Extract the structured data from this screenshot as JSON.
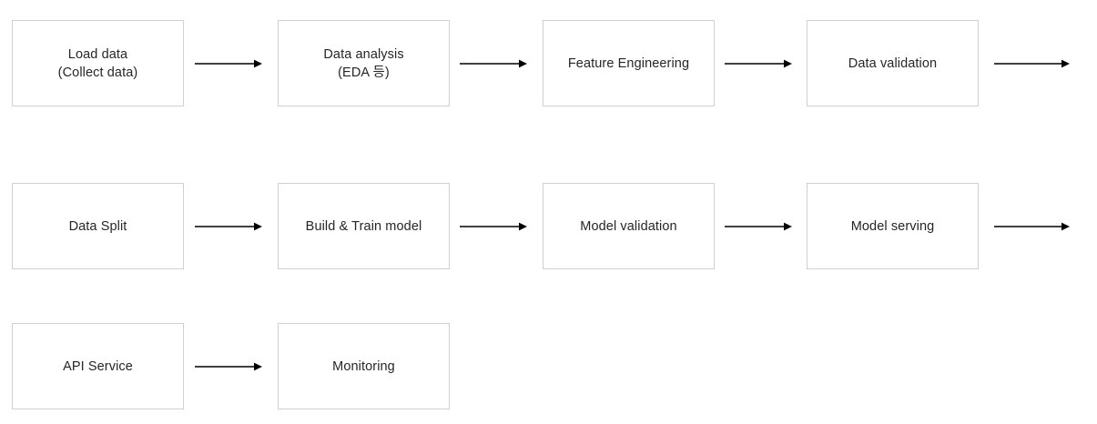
{
  "diagram": {
    "title": "ML pipeline flowchart",
    "background_color": "#ffffff",
    "box_border_color": "#d0d0d0",
    "box_fill_color": "#ffffff",
    "text_color": "#262626",
    "arrow_color": "#000000",
    "rows": [
      {
        "name": "row-1",
        "nodes": [
          {
            "id": "load-data",
            "label": "Load data\n(Collect data)"
          },
          {
            "id": "data-analysis",
            "label": "Data analysis\n(EDA 등)"
          },
          {
            "id": "feature-engineering",
            "label": "Feature Engineering"
          },
          {
            "id": "data-validation",
            "label": "Data validation"
          }
        ],
        "trailing_arrow": true
      },
      {
        "name": "row-2",
        "nodes": [
          {
            "id": "data-split",
            "label": "Data Split"
          },
          {
            "id": "build-train-model",
            "label": "Build & Train model"
          },
          {
            "id": "model-validation",
            "label": "Model validation"
          },
          {
            "id": "model-serving",
            "label": "Model serving"
          }
        ],
        "trailing_arrow": true
      },
      {
        "name": "row-3",
        "nodes": [
          {
            "id": "api-service",
            "label": "API Service"
          },
          {
            "id": "monitoring",
            "label": "Monitoring"
          }
        ],
        "trailing_arrow": false
      }
    ]
  }
}
